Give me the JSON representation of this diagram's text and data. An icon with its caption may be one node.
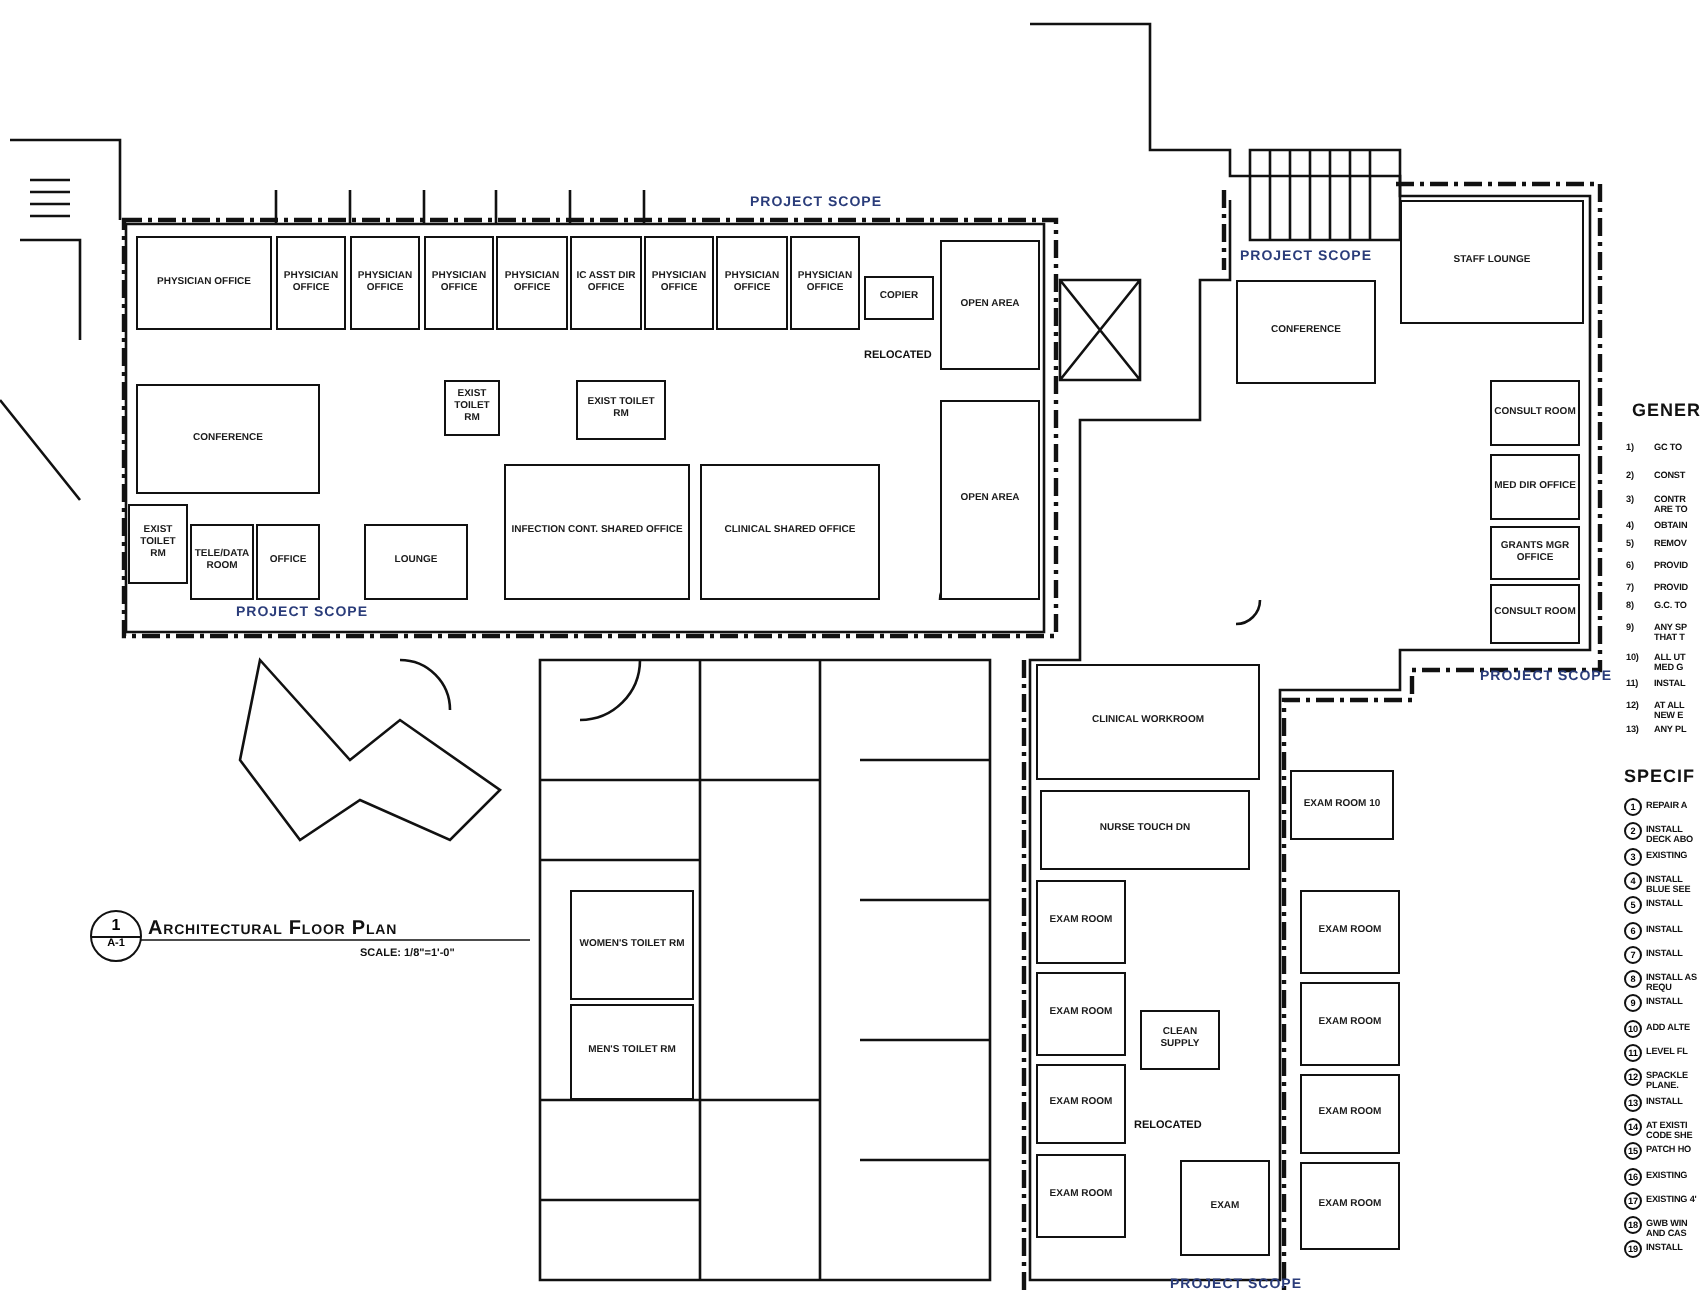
{
  "diagram": {
    "title": "Architectural Floor Plan",
    "nodes": [
      {
        "text": [
          "PHYSICIAN OFFICE"
        ]
      },
      {
        "text": [
          "PHYSICIAN OFFICE"
        ]
      },
      {
        "text": [
          "PHYSICIAN OFFICE"
        ]
      },
      {
        "text": [
          "PHYSICIAN OFFICE"
        ]
      },
      {
        "text": [
          "PHYSICIAN OFFICE"
        ]
      },
      {
        "text": [
          "IC ASST DIR OFFICE"
        ]
      },
      {
        "text": [
          "PHYSICIAN OFFICE"
        ]
      },
      {
        "text": [
          "PHYSICIAN OFFICE"
        ]
      },
      {
        "text": [
          "PHYSICIAN OFFICE"
        ]
      },
      {
        "text": [
          "COPIER"
        ]
      },
      {
        "text": [
          "OPEN AREA"
        ]
      },
      {
        "text": [
          "CONFERENCE"
        ]
      },
      {
        "text": [
          "EXIST TOILET RM"
        ]
      },
      {
        "text": [
          "EXIST TOILET RM"
        ]
      },
      {
        "text": [
          "EXIST TOILET RM"
        ]
      },
      {
        "text": [
          "TELE/DATA ROOM"
        ]
      },
      {
        "text": [
          "OFFICE"
        ]
      },
      {
        "text": [
          "LOUNGE"
        ]
      },
      {
        "text": [
          "INFECTION CONT. SHARED OFFICE"
        ]
      },
      {
        "text": [
          "CLINICAL SHARED OFFICE"
        ]
      },
      {
        "text": [
          "OPEN AREA"
        ]
      },
      {
        "text": [
          "STAFF LOUNGE"
        ]
      },
      {
        "text": [
          "CONFERENCE"
        ]
      },
      {
        "text": [
          "CONSULT ROOM"
        ]
      },
      {
        "text": [
          "MED DIR OFFICE"
        ]
      },
      {
        "text": [
          "GRANTS MGR OFFICE"
        ]
      },
      {
        "text": [
          "CONSULT ROOM"
        ]
      },
      {
        "text": [
          "CLINICAL WORKROOM"
        ]
      },
      {
        "text": [
          "NURSE TOUCH DN"
        ]
      },
      {
        "text": [
          "EXAM ROOM 10"
        ]
      },
      {
        "text": [
          "EXAM ROOM"
        ]
      },
      {
        "text": [
          "EXAM ROOM"
        ]
      },
      {
        "text": [
          "EXAM ROOM"
        ]
      },
      {
        "text": [
          "EXAM ROOM"
        ]
      },
      {
        "text": [
          "EXAM ROOM"
        ]
      },
      {
        "text": [
          "EXAM ROOM"
        ]
      },
      {
        "text": [
          "EXAM ROOM"
        ]
      },
      {
        "text": [
          "EXAM ROOM"
        ]
      },
      {
        "text": [
          "EXAM"
        ]
      },
      {
        "text": [
          "CLEAN SUPPLY"
        ]
      },
      {
        "text": [
          "WOMEN'S TOILET RM"
        ]
      },
      {
        "text": [
          "MEN'S TOILET RM"
        ]
      },
      {
        "text": [
          "1",
          "A-1"
        ]
      },
      {
        "text": [
          "1"
        ],
        "beside": [
          "REPAIR A"
        ]
      },
      {
        "text": [
          "2"
        ],
        "beside": [
          "INSTALL DECK ABO"
        ]
      },
      {
        "text": [
          "3"
        ],
        "beside": [
          "EXISTING"
        ]
      },
      {
        "text": [
          "4"
        ],
        "beside": [
          "INSTALL BLUE SEE"
        ]
      },
      {
        "text": [
          "5"
        ],
        "beside": [
          "INSTALL"
        ]
      },
      {
        "text": [
          "6"
        ],
        "beside": [
          "INSTALL"
        ]
      },
      {
        "text": [
          "7"
        ],
        "beside": [
          "INSTALL"
        ]
      },
      {
        "text": [
          "8"
        ],
        "beside": [
          "INSTALL AS REQU"
        ]
      },
      {
        "text": [
          "9"
        ],
        "beside": [
          "INSTALL"
        ]
      },
      {
        "text": [
          "10"
        ],
        "beside": [
          "ADD ALTE"
        ]
      },
      {
        "text": [
          "11"
        ],
        "beside": [
          "LEVEL FL"
        ]
      },
      {
        "text": [
          "12"
        ],
        "beside": [
          "SPACKLE PLANE."
        ]
      },
      {
        "text": [
          "13"
        ],
        "beside": [
          "INSTALL"
        ]
      },
      {
        "text": [
          "14"
        ],
        "beside": [
          "AT EXISTI CODE SHE"
        ]
      },
      {
        "text": [
          "15"
        ],
        "beside": [
          "PATCH HO"
        ]
      },
      {
        "text": [
          "16"
        ],
        "beside": [
          "EXISTING"
        ]
      },
      {
        "text": [
          "17"
        ],
        "beside": [
          "EXISTING 4'"
        ]
      },
      {
        "text": [
          "18"
        ],
        "beside": [
          "GWB WIN AND CAS"
        ]
      },
      {
        "text": [
          "19"
        ],
        "beside": [
          "INSTALL"
        ]
      }
    ],
    "labels": [
      "PROJECT SCOPE",
      "PROJECT SCOPE",
      "RELOCATED",
      "PROJECT SCOPE",
      "PROJECT SCOPE",
      "GENER",
      "1)",
      "GC TO",
      "2)",
      "CONST",
      "3)",
      "CONTR ARE TO",
      "4)",
      "OBTAIN",
      "5)",
      "REMOV",
      "6)",
      "PROVID",
      "7)",
      "PROVID",
      "8)",
      "G.C. TO",
      "9)",
      "ANY SP THAT T",
      "10)",
      "ALL UT MED G",
      "11)",
      "INSTAL",
      "12)",
      "AT ALL NEW E",
      "13)",
      "ANY PL",
      "SCALE: 1/8\"=1'-0\"",
      "SPECIF",
      "RELOCATED",
      "PROJECT SCOPE"
    ]
  }
}
